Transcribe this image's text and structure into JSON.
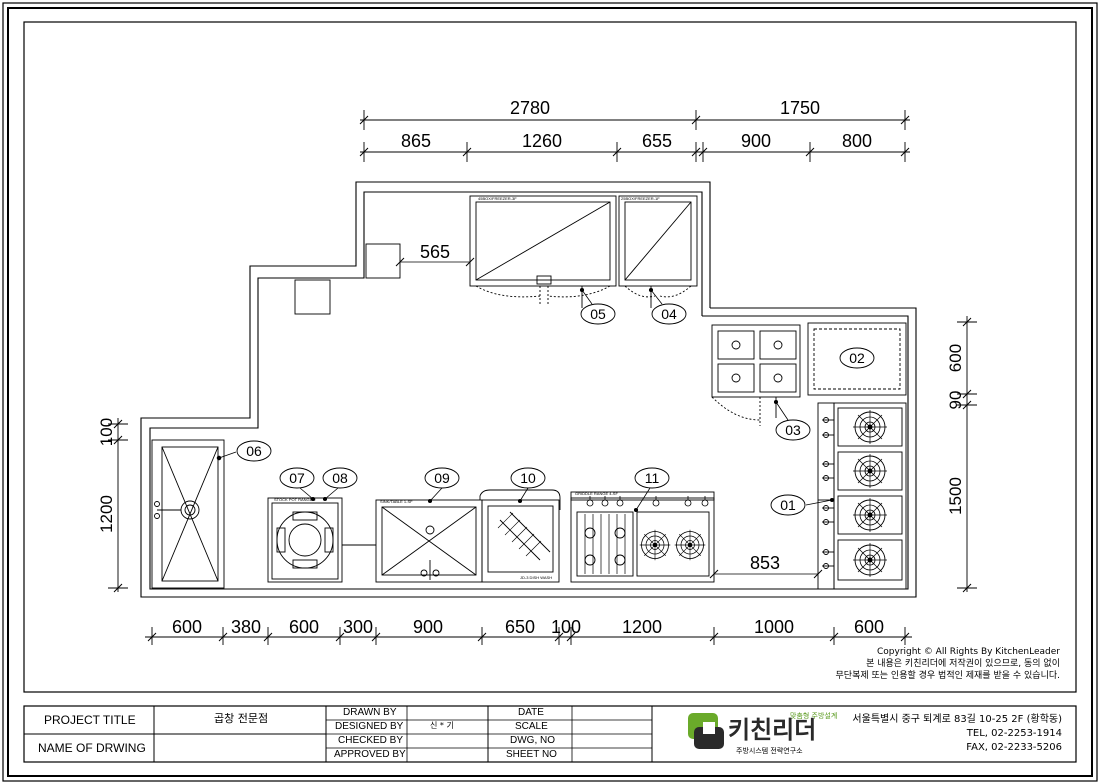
{
  "dimensions": {
    "top_overall": [
      "2780",
      "1750"
    ],
    "top_detail": [
      "865",
      "1260",
      "655",
      "900",
      "800"
    ],
    "bottom": [
      "600",
      "380",
      "600",
      "300",
      "900",
      "650",
      "100",
      "1200",
      "1000",
      "600"
    ],
    "left": [
      "100",
      "1200"
    ],
    "right": [
      "600",
      "90",
      "1500"
    ],
    "inner_565": "565",
    "inner_853": "853"
  },
  "equipment_tags": [
    "01",
    "02",
    "03",
    "04",
    "05",
    "06",
    "07",
    "08",
    "09",
    "10",
    "11"
  ],
  "copyright": {
    "line1": "Copyright © All Rights By KitchenLeader",
    "line2": "본 내용은 키친리더에 저작권이 있으므로, 동의 없이",
    "line3": "무단복제 또는 인용할 경우 법적인 제재를 받을 수 있습니다."
  },
  "title_block": {
    "project_title_label": "PROJECT TITLE",
    "project_title_value": "곱창 전문점",
    "drawing_name_label": "NAME OF DRWING",
    "drawn_by": "DRAWN BY",
    "designed_by": "DESIGNED BY",
    "designed_by_value": "신 * 기",
    "checked_by": "CHECKED BY",
    "approved_by": "APPROVED BY",
    "date": "DATE",
    "scale": "SCALE",
    "dwg_no": "DWG, NO",
    "sheet_no": "SHEET NO"
  },
  "company": {
    "logo_text": "키친리더",
    "tagline": "맞춤형 주방설계",
    "subtitle": "주방시스템 전략연구소",
    "address": "서울특별시 중구 퇴계로 83길 10-25 2F (황학동)",
    "tel": "TEL, 02-2253-1914",
    "fax": "FAX, 02-2233-5206"
  },
  "colors": {
    "line": "#000000",
    "dashed": "#444444",
    "logo_green": "#6aaa2a",
    "logo_dark": "#2a2a2a"
  }
}
